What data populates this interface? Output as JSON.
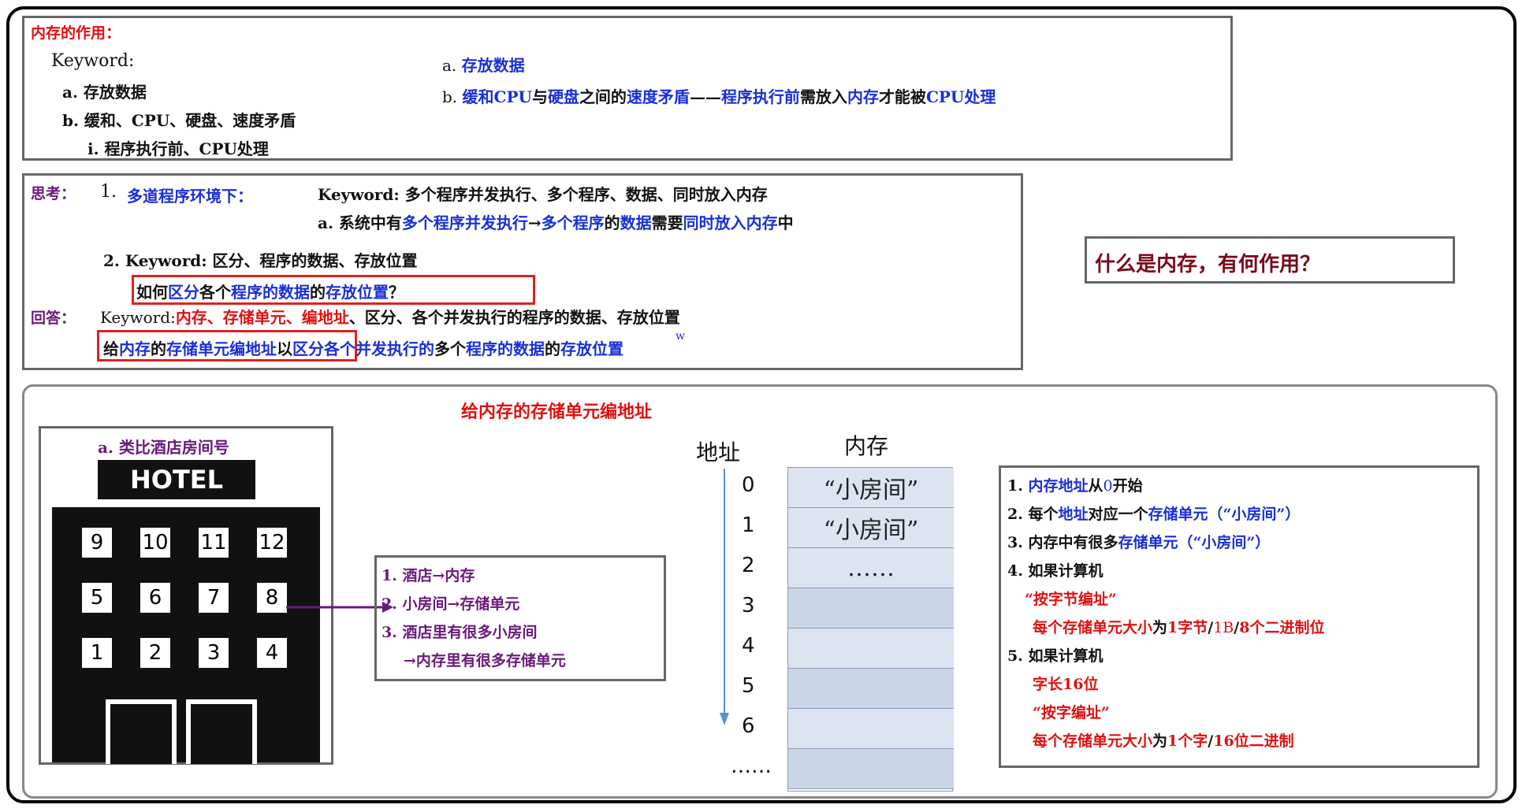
{
  "top_box": {
    "title": "内存的作用：",
    "keyword_label": "Keyword:",
    "kw_a": "a. 存放数据",
    "kw_b": "b. 缓和、CPU、硬盘、速度矛盾",
    "kw_i": "i. 程序执行前、CPU处理",
    "right_a_prefix": "a. ",
    "right_a": "存放数据",
    "right_b_prefix": "b. ",
    "right_b_1": "缓和CPU",
    "right_b_2": "与",
    "right_b_3": "硬盘",
    "right_b_4": "之间的",
    "right_b_5": "速度矛盾",
    "right_b_6": "——",
    "right_b_7": "程序执行前",
    "right_b_8": "需放入",
    "right_b_9": "内存",
    "right_b_10": "才能被",
    "right_b_11": "CPU处理"
  },
  "think_box": {
    "think_label": "思考：",
    "q1_num": "1. ",
    "q1_text": "多道程序环境下：",
    "q1_kw": "Keyword: 多个程序并发执行、多个程序、数据、同时放入内存",
    "q1_a_prefix": "a. 系统中有",
    "q1_a_1": "多个程序并发执行",
    "q1_a_2": "→",
    "q1_a_3": "多个程序",
    "q1_a_4": "的",
    "q1_a_5": "数据",
    "q1_a_6": "需要",
    "q1_a_7": "同时放入内存",
    "q1_a_8": "中",
    "q2_kw": "2. Keyword: 区分、程序的数据、存放位置",
    "q2_1": "如何",
    "q2_2": "区分",
    "q2_3": "各个",
    "q2_4": "程序的数据",
    "q2_5": "的",
    "q2_6": "存放位置",
    "q2_7": "？",
    "ans_label": "回答：",
    "ans_kw_1": "Keyword:",
    "ans_kw_2": "内存、存储单元、编地址",
    "ans_kw_3": "、区分、各个并发执行的程序的数据、存放位置",
    "ans_1": "给",
    "ans_2": "内存",
    "ans_3": "的",
    "ans_4": "存储单元编地址",
    "ans_5": "以",
    "ans_6": "区分各个并发执行的",
    "ans_7": "多个",
    "ans_8": "程序",
    "ans_9": "的",
    "ans_10": "数据",
    "ans_11": "的",
    "ans_12": "存放位置",
    "stray_w": "w"
  },
  "question_box": {
    "text": "什么是内存，有何作用？"
  },
  "bottom": {
    "title": "给内存的存储单元编地址",
    "hotel_caption": "a. 类比酒店房间号",
    "hotel_sign": "HOTEL",
    "windows": [
      "9",
      "10",
      "11",
      "12",
      "5",
      "6",
      "7",
      "8",
      "1",
      "2",
      "3",
      "4"
    ],
    "analogy": [
      "1. 酒店→内存",
      "2. 小房间→存储单元",
      "3. 酒店里有很多小房间",
      "→内存里有很多存储单元"
    ],
    "addr_label": "地址",
    "mem_label": "内存",
    "addresses": [
      "0",
      "1",
      "2",
      "3",
      "4",
      "5",
      "6",
      "……"
    ],
    "cells": [
      "“小房间”",
      "“小房间”",
      "……",
      "",
      "",
      "",
      "",
      ""
    ],
    "notes": {
      "n1_a": "1. ",
      "n1_b": "内存地址",
      "n1_c": "从",
      "n1_d": "0",
      "n1_e": "开始",
      "n2_a": "2. 每个",
      "n2_b": "地址",
      "n2_c": "对应一个",
      "n2_d": "存储单元（“小房间”）",
      "n3_a": "3. 内存中有很多",
      "n3_b": "存储单元（“小房间”）",
      "n4": "4. 如果计算机",
      "n4_quote": "“按字节编址”",
      "n4_detail_a": "每个存储单元大小",
      "n4_detail_b": "为",
      "n4_detail_c": "1字节",
      "n4_detail_d": "/",
      "n4_detail_e": "1B",
      "n4_detail_f": "/",
      "n4_detail_g": "8个二进制位",
      "n5": "5. 如果计算机",
      "n5_word": "字长16位",
      "n5_quote": "“按字编址”",
      "n5_detail_a": "每个存储单元大小",
      "n5_detail_b": "为",
      "n5_detail_c": "1个字",
      "n5_detail_d": "/",
      "n5_detail_e": "16位二进制"
    }
  },
  "colors": {
    "blue": "#1a2fd6",
    "red": "#e01010",
    "purple": "#6a1a7a",
    "memory_cell": "#dbe4f0"
  }
}
